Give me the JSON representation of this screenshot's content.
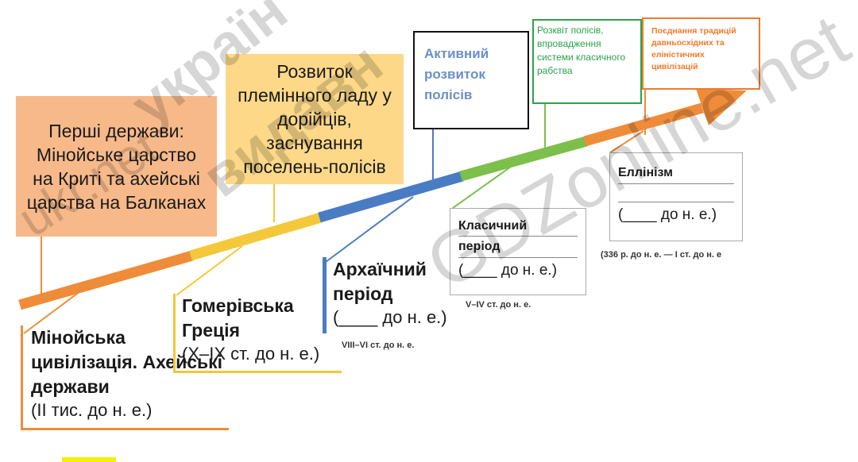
{
  "colors": {
    "orange": "#ef8c3a",
    "yellow": "#f3c83a",
    "blue": "#4a7cc4",
    "green": "#7cbf4a",
    "salmon_box": "#f7b98a",
    "yellow_box": "#fcd888",
    "green_border": "#2aa34a",
    "orange_text": "#f07a2a",
    "blue_text": "#6b8fc8"
  },
  "boxes": {
    "first_states": "Перші держави: Мінойське царство на Криті та ахейські царства на Балканах",
    "tribal": "Розвиток племінного ладу у дорійців, заснування поселень-полісів",
    "active_polis": "Активний розвиток полісів",
    "polis_development": "Розквіт полісів, впровадження системи класичного рабства",
    "traditions": "Поєднання традицій давньосхідних та еліністичних цивілізацій"
  },
  "periods": {
    "minoan": {
      "title": "Мінойська цивілізація. Ахейські держави",
      "date": "(ІІ тис. до н. е.)"
    },
    "homeric": {
      "title": "Гомерівська Греція",
      "date": "(Х–ІХ ст. до н. е.)"
    },
    "archaic": {
      "title": "Архаїчний період",
      "date": "(____ до н. е.)",
      "note": "VIII–VI ст. до н. е."
    },
    "classical": {
      "title1": "Класичний",
      "title2": "період",
      "date": "(____ до н. е.)",
      "note": "V–IV ст. до н. е."
    },
    "hellenism": {
      "title": "Еллінізм",
      "date": "(____ до н. е.)",
      "note": "(336 р. до н. е. — І ст. до н. е"
    }
  },
  "watermarks": [
    "GDZonline.net",
    "україн",
    "видавн",
    "ukr.net"
  ]
}
